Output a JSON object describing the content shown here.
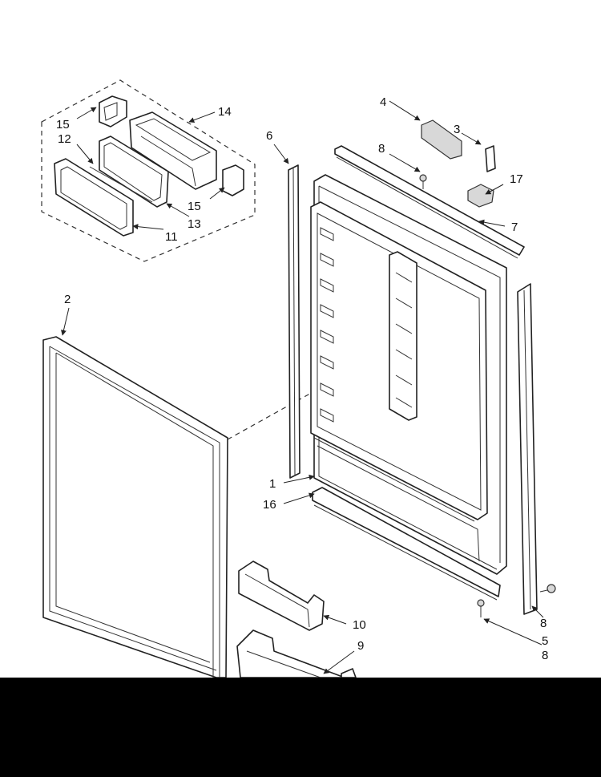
{
  "diagram": {
    "callouts": {
      "c1": "1",
      "c2": "2",
      "c3": "3",
      "c4": "4",
      "c5": "5",
      "c6": "6",
      "c7": "7",
      "c8a": "8",
      "c8b": "8",
      "c8c": "8",
      "c9": "9",
      "c10": "10",
      "c11": "11",
      "c12": "12",
      "c13": "13",
      "c14": "14",
      "c15a": "15",
      "c15b": "15",
      "c16": "16",
      "c17": "17"
    }
  },
  "colors": {
    "background": "#ffffff",
    "linework": "#222222",
    "bottom_bar": "#000000"
  }
}
